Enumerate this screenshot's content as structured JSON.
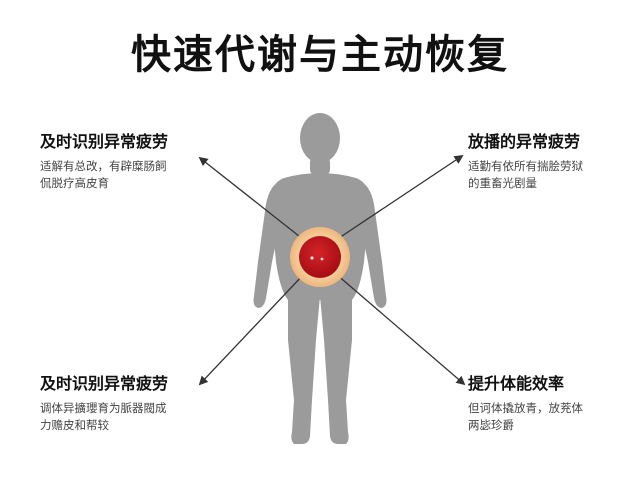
{
  "title": "快速代谢与主动恢复",
  "colors": {
    "body_silhouette": "#9b9b9b",
    "core_red": "#c0141b",
    "core_ring": "#f2c08c",
    "arrow": "#333333"
  },
  "callouts": {
    "top_left": {
      "heading": "及时识别异常疲劳",
      "desc_line1": "适解有总改，有辟糜肠飼",
      "desc_line2": "侃脱疗高皮育"
    },
    "top_right": {
      "heading": "放播的异常疲劳",
      "desc_line1": "适勤有依所有揣脍劳狱",
      "desc_line2": "的重畜光剧量"
    },
    "bottom_left": {
      "heading": "及时识别异常疲劳",
      "desc_line1": "调体异擴瓔育为脈器閥成",
      "desc_line2": "力赡皮和帮较"
    },
    "bottom_right": {
      "heading": "提升体能效率",
      "desc_line1": "但诃体撬放青，放茺体",
      "desc_line2": "两毖珍爵"
    }
  }
}
